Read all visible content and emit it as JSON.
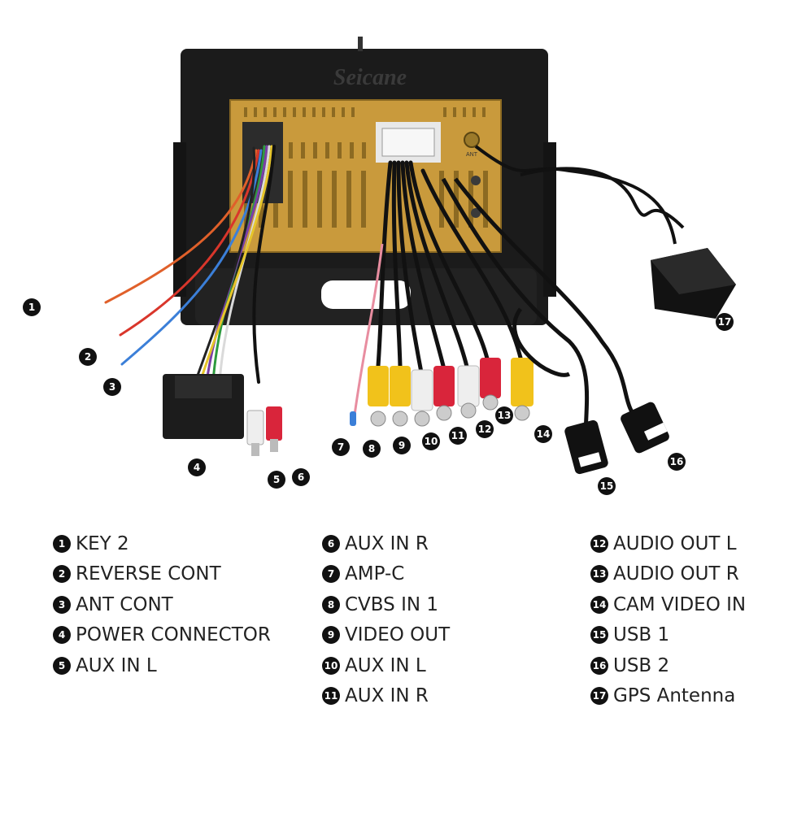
{
  "brand": "Seicane",
  "panel_labels": {
    "ant": "ANT"
  },
  "markers": [
    "1",
    "2",
    "3",
    "4",
    "5",
    "6",
    "7",
    "8",
    "9",
    "10",
    "11",
    "12",
    "13",
    "14",
    "15",
    "16",
    "17"
  ],
  "legend": [
    [
      {
        "num": "1",
        "label": "KEY 2"
      },
      {
        "num": "2",
        "label": "REVERSE CONT"
      },
      {
        "num": "3",
        "label": "ANT CONT"
      },
      {
        "num": "4",
        "label": "POWER CONNECTOR"
      },
      {
        "num": "5",
        "label": "AUX IN L"
      }
    ],
    [
      {
        "num": "6",
        "label": "AUX IN R"
      },
      {
        "num": "7",
        "label": "AMP-C"
      },
      {
        "num": "8",
        "label": "CVBS IN 1"
      },
      {
        "num": "9",
        "label": "VIDEO OUT"
      },
      {
        "num": "10",
        "label": "AUX IN L"
      },
      {
        "num": "11",
        "label": "AUX IN R"
      }
    ],
    [
      {
        "num": "12",
        "label": "AUDIO OUT L"
      },
      {
        "num": "13",
        "label": "AUDIO OUT R"
      },
      {
        "num": "14",
        "label": "CAM VIDEO IN"
      },
      {
        "num": "15",
        "label": "USB 1"
      },
      {
        "num": "16",
        "label": "USB 2"
      },
      {
        "num": "17",
        "label": "GPS Antenna"
      }
    ]
  ],
  "colors": {
    "panel": "#c99a3c",
    "frame": "#1a1a1a",
    "red_wire": "#d9362b",
    "blue_wire": "#3b7fd8",
    "rca_yellow": "#f1c21b",
    "rca_white": "#eeeeee",
    "rca_red": "#d9253b"
  }
}
